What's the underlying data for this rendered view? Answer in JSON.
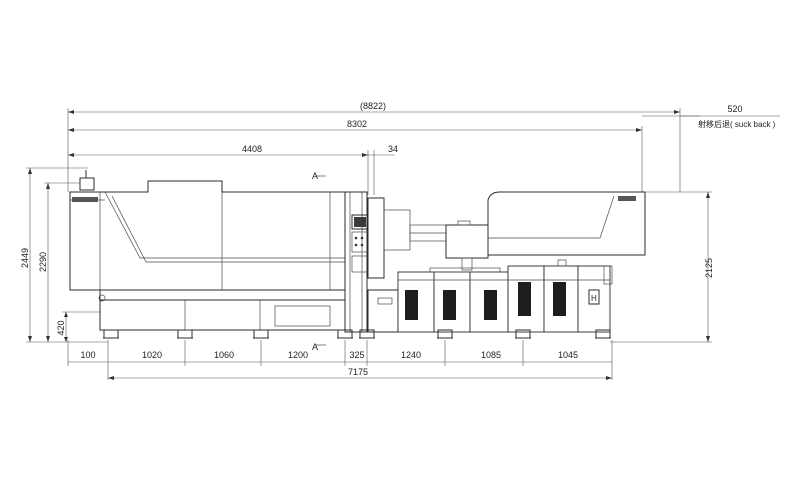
{
  "dimensions": {
    "overall_total": "(8822)",
    "overall_body": "8302",
    "clamp_length": "4408",
    "small_offset": "34",
    "suck_back_value": "520",
    "suck_back_label": "射移后退( suck back )",
    "height_total": "2449",
    "height_body": "2290",
    "height_base": "420",
    "height_right": "2125",
    "base_total": "7175",
    "base_segments": [
      "100",
      "1020",
      "1060",
      "1200",
      "325",
      "1240",
      "1085",
      "1045"
    ]
  },
  "section_markers": {
    "top": "A",
    "bottom": "A"
  },
  "machine_labels": {
    "left_brand": "",
    "right_brand": ""
  }
}
